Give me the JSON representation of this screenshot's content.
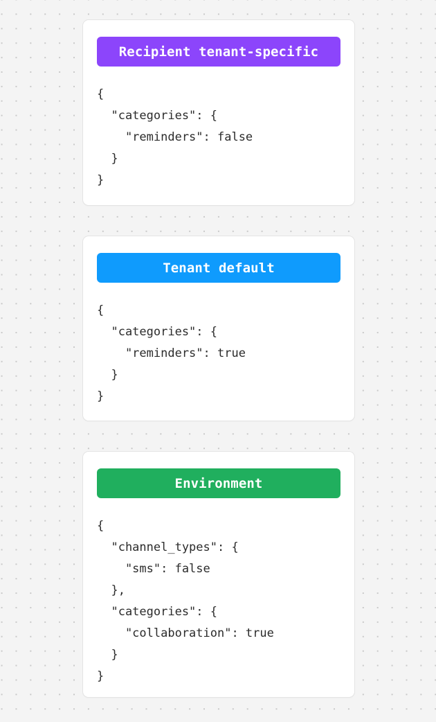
{
  "page": {
    "background_color": "#f4f4f4",
    "dot_color": "#c9c9c9",
    "card_background": "#ffffff",
    "card_border_color": "#e4e4e4",
    "code_text_color": "#2b2b2b"
  },
  "cards": [
    {
      "title": "Recipient tenant-specific",
      "header_color": "#8c45fb",
      "header_text_color": "#ffffff",
      "code": "{\n  \"categories\": {\n    \"reminders\": false\n  }\n}"
    },
    {
      "title": "Tenant default",
      "header_color": "#0f9bfd",
      "header_text_color": "#ffffff",
      "code": "{\n  \"categories\": {\n    \"reminders\": true\n  }\n}"
    },
    {
      "title": "Environment",
      "header_color": "#20af5e",
      "header_text_color": "#ffffff",
      "code": "{\n  \"channel_types\": {\n    \"sms\": false\n  },\n  \"categories\": {\n    \"collaboration\": true\n  }\n}"
    }
  ]
}
